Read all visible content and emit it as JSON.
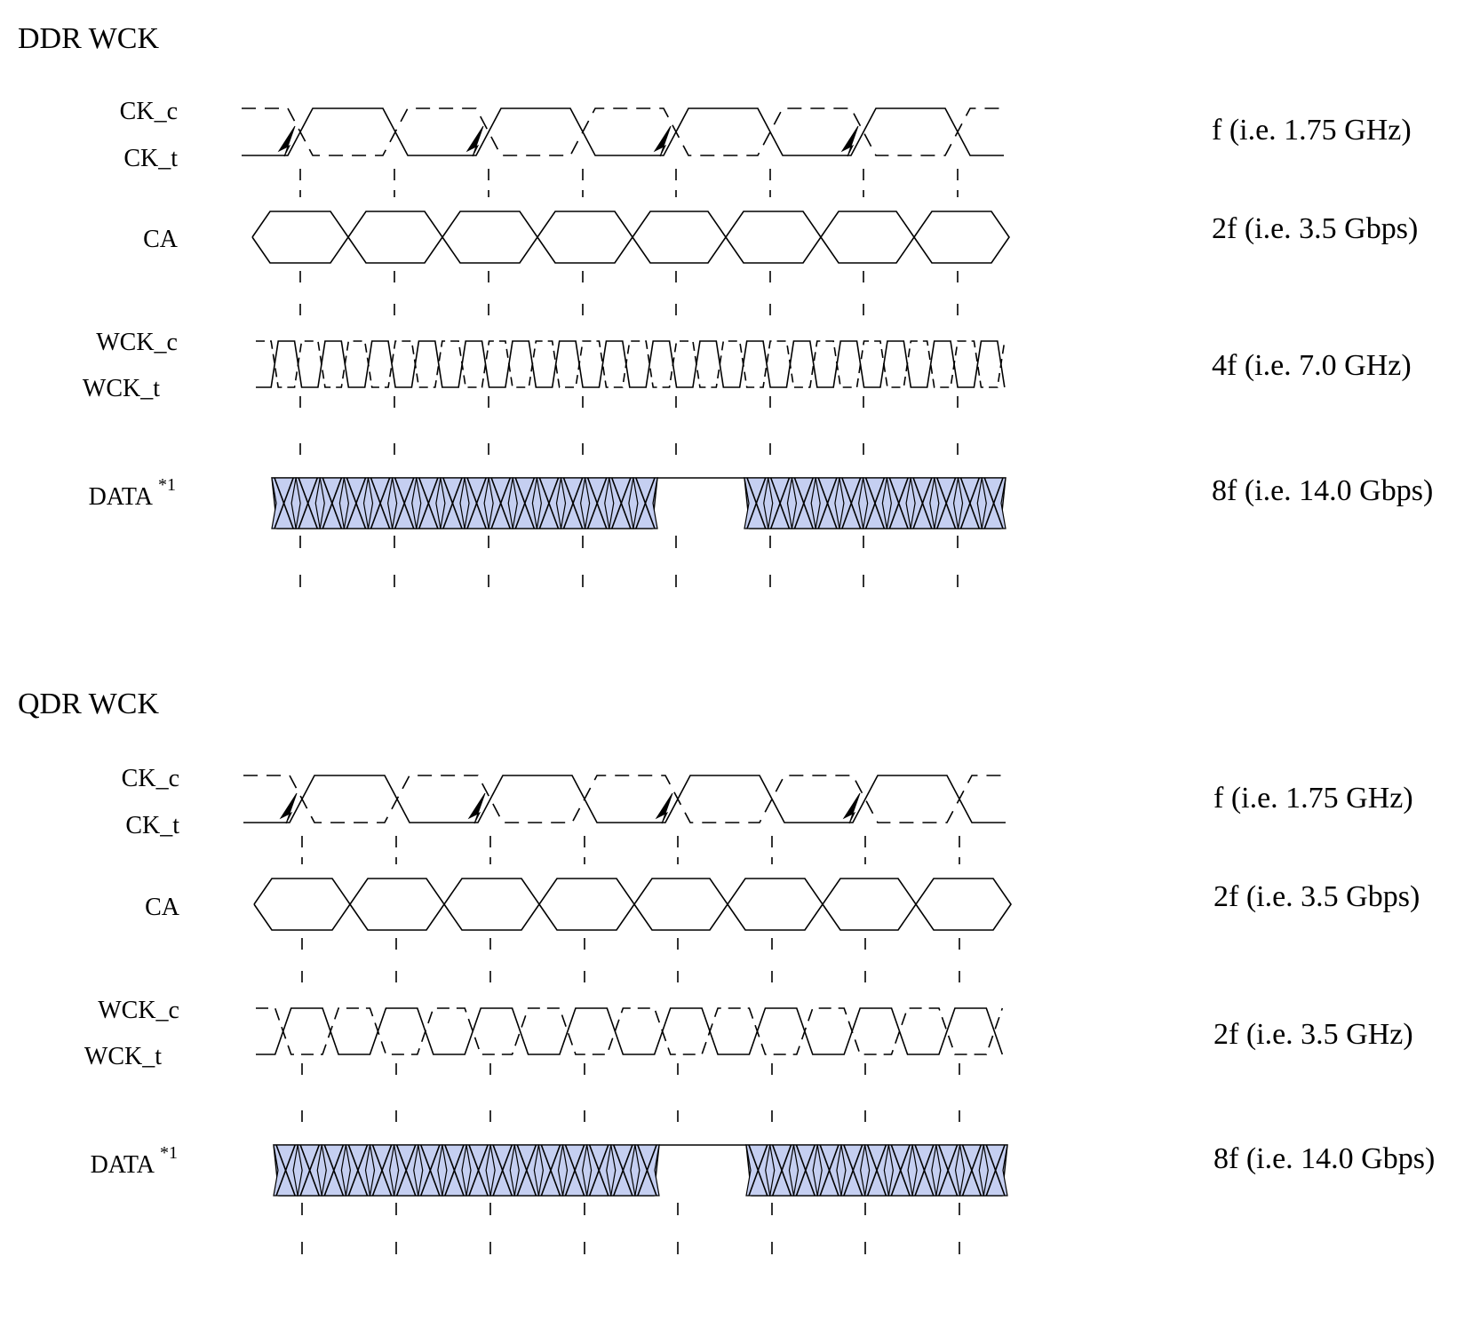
{
  "colors": {
    "data_fill": "#c5cff1",
    "line": "#000000"
  },
  "sections": [
    {
      "title": "DDR WCK",
      "labels": {
        "ck_c": "CK_c",
        "ck_t": "CK_t",
        "ca": "CA",
        "wck_c": "WCK_c",
        "wck_t": "WCK_t",
        "data": "DATA",
        "data_note": "*1"
      },
      "rates": {
        "ck": "f  (i.e. 1.75 GHz)",
        "ca": "2f (i.e. 3.5 Gbps)",
        "wck": "4f (i.e. 7.0 GHz)",
        "data": "8f (i.e. 14.0 Gbps)"
      },
      "wck_mode": "DDR"
    },
    {
      "title": "QDR WCK",
      "labels": {
        "ck_c": "CK_c",
        "ck_t": "CK_t",
        "ca": "CA",
        "wck_c": "WCK_c",
        "wck_t": "WCK_t",
        "data": "DATA",
        "data_note": "*1"
      },
      "rates": {
        "ck": "f  (i.e. 1.75 GHz)",
        "ca": "2f (i.e. 3.5 Gbps)",
        "wck": "2f (i.e. 3.5 GHz)",
        "data": "8f (i.e. 14.0 Gbps)"
      },
      "wck_mode": "QDR"
    }
  ]
}
